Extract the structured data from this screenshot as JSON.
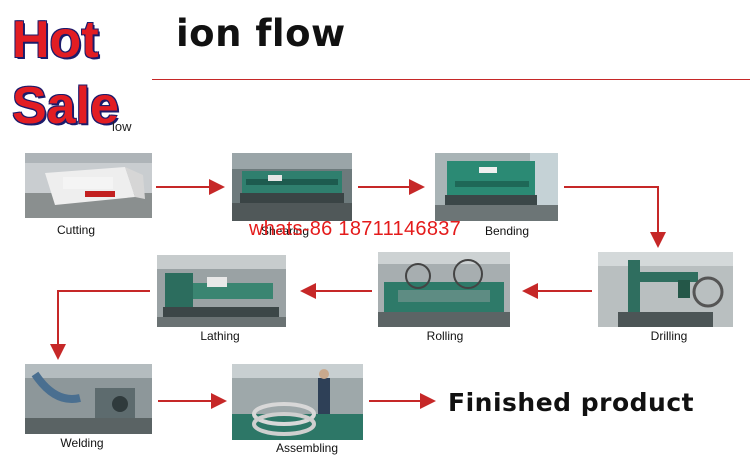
{
  "header": {
    "title": "ion flow",
    "badge_line1": "Hot",
    "badge_line2": "Sale",
    "subheading": "low"
  },
  "steps": [
    {
      "label": "Cutting"
    },
    {
      "label": "Shearing"
    },
    {
      "label": "Bending"
    },
    {
      "label": "Drilling"
    },
    {
      "label": "Rolling"
    },
    {
      "label": "Lathing"
    },
    {
      "label": "Welding"
    },
    {
      "label": "Assembling"
    }
  ],
  "watermark": "whats-86 18711146837",
  "result": "Finished product",
  "colors": {
    "accent": "#c62828",
    "badge_red": "#e21d23",
    "badge_outline": "#1b1b6b"
  }
}
